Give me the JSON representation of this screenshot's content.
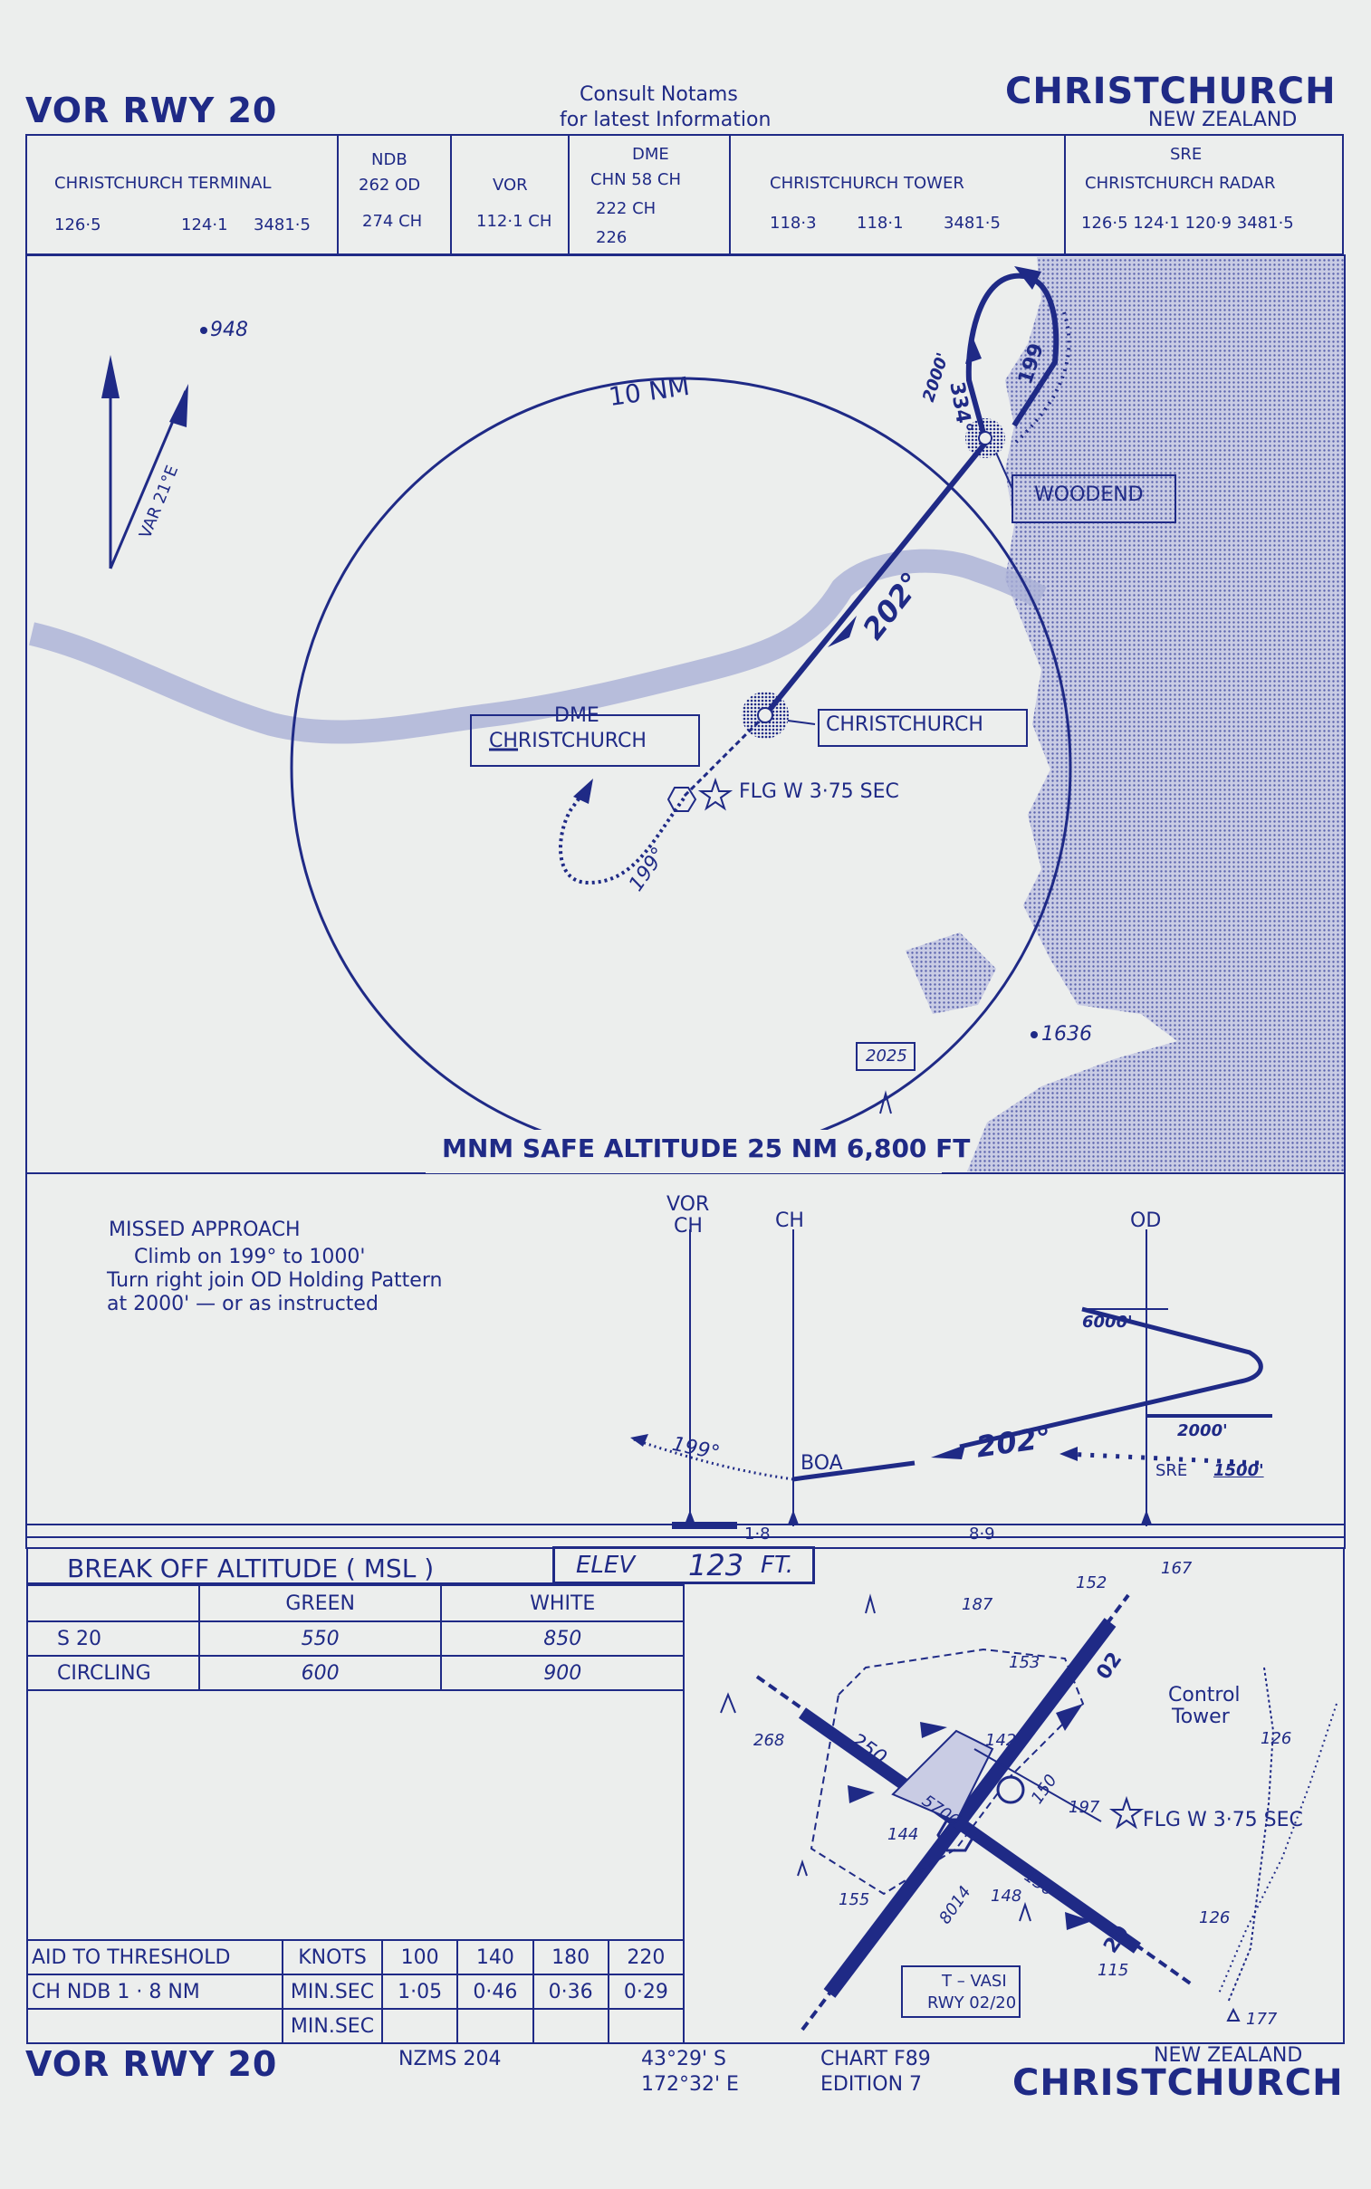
{
  "header": {
    "procedure": "VOR  RWY  20",
    "notams_line1": "Consult  Notams",
    "notams_line2": "for  latest  Information",
    "airport": "CHRISTCHURCH",
    "country": "NEW  ZEALAND"
  },
  "freqs": {
    "terminal_name": "CHRISTCHURCH  TERMINAL",
    "terminal_f1": "126·5",
    "terminal_f2": "124·1",
    "terminal_f3": "3481·5",
    "ndb_title": "NDB",
    "ndb_l1": "262  OD",
    "ndb_l2": "274  CH",
    "vor_title": "VOR",
    "vor_l1": "112·1  CH",
    "dme_title": "DME",
    "dme_l1": "CHN  58  CH",
    "dme_l2": "222  CH",
    "dme_l3": "226",
    "tower_name": "CHRISTCHURCH  TOWER",
    "tower_f1": "118·3",
    "tower_f2": "118·1",
    "tower_f3": "3481·5",
    "sre_title": "SRE",
    "sre_name": "CHRISTCHURCH  RADAR",
    "sre_freqs": "126·5  124·1  120·9  3481·5"
  },
  "plan": {
    "elev_948": "948",
    "var": "VAR  21°E",
    "ring": "10  NM",
    "hold_alt": "2000'",
    "hold_out": "334°",
    "hold_in": "199",
    "woodend": "WOODEND",
    "inbound": "202°",
    "dme_label": "DME",
    "dme_name": "CHRISTCHURCH",
    "vor_name": "CHRISTCHURCH",
    "flg": "FLG  W 3·75  SEC",
    "missed_trk": "199°",
    "obst_2025": "2025",
    "elev_1636": "1636",
    "msa": "MNM  SAFE  ALTITUDE  25  NM   6,800  FT"
  },
  "profile": {
    "missed_title": "MISSED   APPROACH",
    "missed_l1": "Climb on  199°  to  1000'",
    "missed_l2": "Turn  right  join OD Holding Pattern",
    "missed_l3": "at  2000'  —  or  as  instructed",
    "vor_lbl": "VOR",
    "ch_lbl1": "CH",
    "ch_lbl2": "CH",
    "od_lbl": "OD",
    "alt_6000": "6000'",
    "alt_2000": "2000'",
    "sre_lbl": "SRE",
    "alt_1500": "1500'",
    "trk_202": "202°",
    "trk_199": "199°",
    "boa": "BOA",
    "dist_1": "1·8",
    "dist_2": "8·9"
  },
  "boa_table": {
    "title": "BREAK  OFF  ALTITUDE   ( MSL )",
    "elev_label": "ELEV",
    "elev_value": "123",
    "elev_unit": "FT.",
    "col_green": "GREEN",
    "col_white": "WHITE",
    "rows": [
      {
        "label": "S   20",
        "green": "550",
        "white": "850"
      },
      {
        "label": "CIRCLING",
        "green": "600",
        "white": "900"
      }
    ]
  },
  "timing": {
    "h1": "AID TO THRESHOLD",
    "h2": "KNOTS",
    "speeds": [
      "100",
      "140",
      "180",
      "220"
    ],
    "r1_aid": "CH  NDB   1 · 8   NM",
    "r1_lbl": "MIN.SEC",
    "r1_vals": [
      "1·05",
      "0·46",
      "0·36",
      "0·29"
    ],
    "r2_lbl": "MIN.SEC"
  },
  "aerodrome": {
    "e167": "167",
    "e152": "152",
    "e187": "187",
    "e153": "153",
    "ctl1": "Control",
    "ctl2": "Tower",
    "e126a": "126",
    "e268": "268",
    "rw250": "250",
    "rw02": "02",
    "rw20": "20",
    "d5700": "5700",
    "d142": "142",
    "d150a": "150",
    "d197": "197",
    "flg": "FLG  W  3·75  SEC",
    "d144": "144",
    "d8014": "8014",
    "d150b": "150",
    "d148": "148",
    "e155": "155",
    "e126b": "126",
    "d115": "115",
    "vasi1": "T – VASI",
    "vasi2": "RWY  02/20",
    "e177": "177"
  },
  "footer": {
    "procedure": "VOR  RWY  20",
    "nzms": "NZMS  204",
    "lat": "43°29' S",
    "lon": "172°32' E",
    "chart": "CHART  F89",
    "edition": "EDITION  7",
    "country": "NEW  ZEALAND",
    "airport": "CHRISTCHURCH"
  }
}
